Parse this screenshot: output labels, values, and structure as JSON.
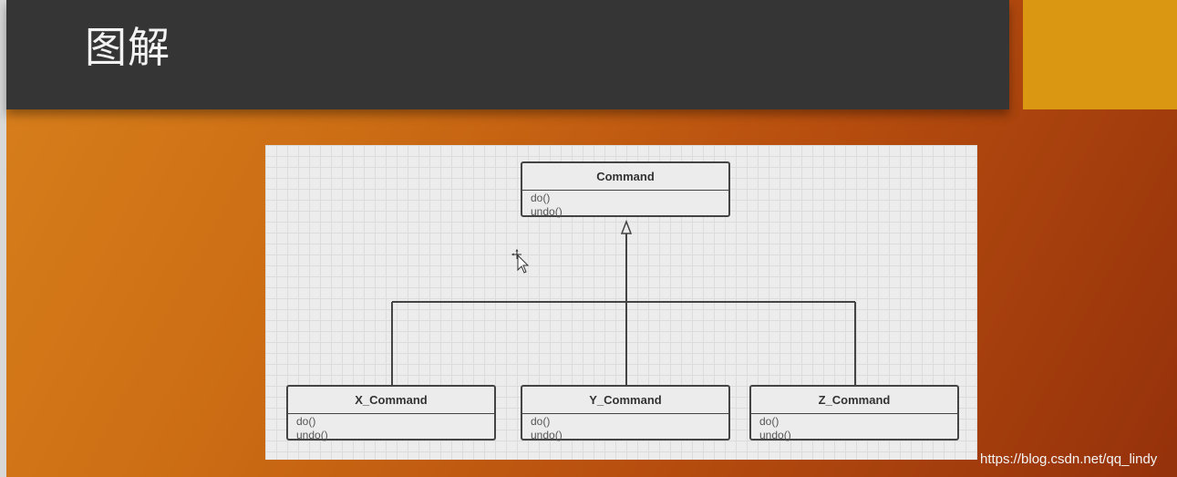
{
  "slide": {
    "title": "图解",
    "watermark": "https://blog.csdn.net/qq_lindy"
  },
  "diagram": {
    "parent": {
      "name": "Command",
      "operations": [
        "do()",
        "undo()"
      ]
    },
    "children": [
      {
        "name": "X_Command",
        "operations": [
          "do()",
          "undo()"
        ]
      },
      {
        "name": "Y_Command",
        "operations": [
          "do()",
          "undo()"
        ]
      },
      {
        "name": "Z_Command",
        "operations": [
          "do()",
          "undo()"
        ]
      }
    ],
    "relationship": "generalization"
  },
  "icons": {
    "cursor": "move-cursor-icon"
  },
  "colors": {
    "title_bar": "#353535",
    "accent": "#da9712",
    "background_start": "#d8801c",
    "background_end": "#95310b",
    "canvas": "#ececec",
    "line": "#444444"
  }
}
